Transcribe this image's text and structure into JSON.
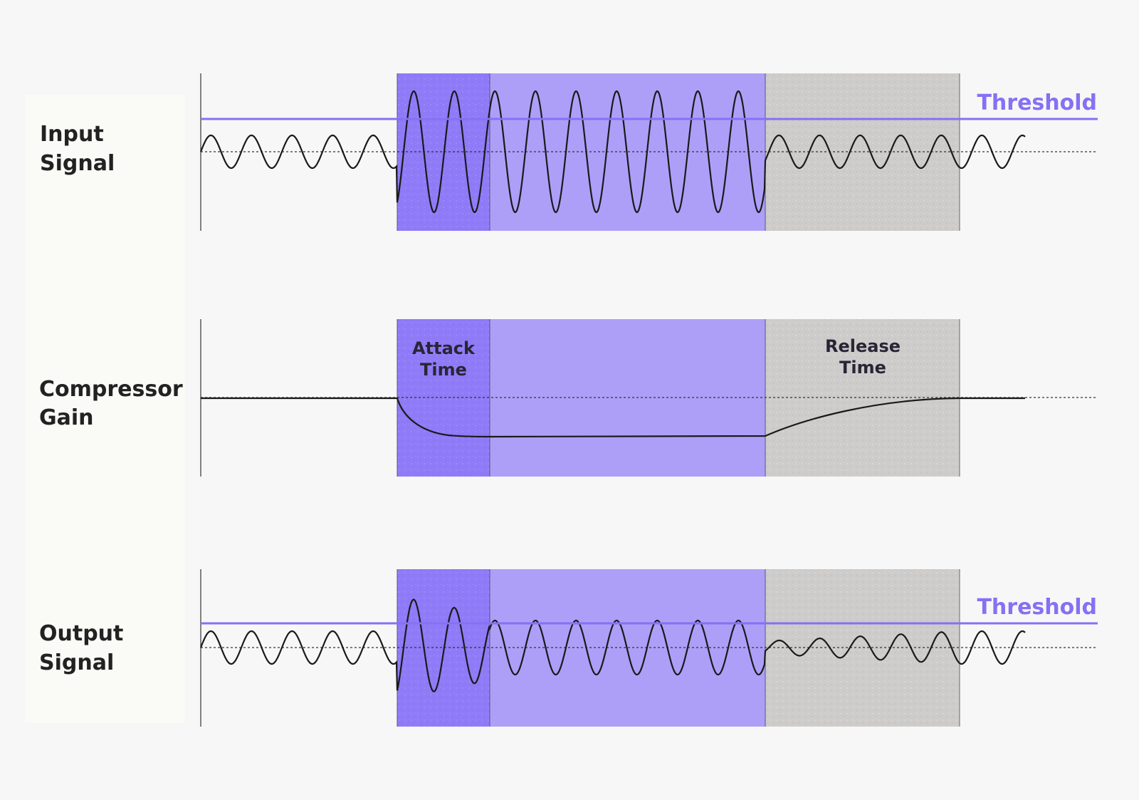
{
  "colors": {
    "background": "#f7f7f7",
    "label_panel": "#fafaf7",
    "attack_zone": "#8f7af7",
    "compressed_zone": "#ad9ff8",
    "release_zone": "#cdcccb",
    "threshold": "#8670f4",
    "waveform": "#1a1a1a"
  },
  "rows": [
    {
      "id": "input",
      "label_lines": [
        "Input",
        "Signal"
      ],
      "threshold_label": "Threshold"
    },
    {
      "id": "gain",
      "label_lines": [
        "Compressor",
        "Gain"
      ]
    },
    {
      "id": "output",
      "label_lines": [
        "Output",
        "Signal"
      ],
      "threshold_label": "Threshold"
    }
  ],
  "zones": {
    "attack": {
      "label_lines": [
        "Attack",
        "Time"
      ]
    },
    "release": {
      "label_lines": [
        "Release",
        "Time"
      ]
    }
  }
}
